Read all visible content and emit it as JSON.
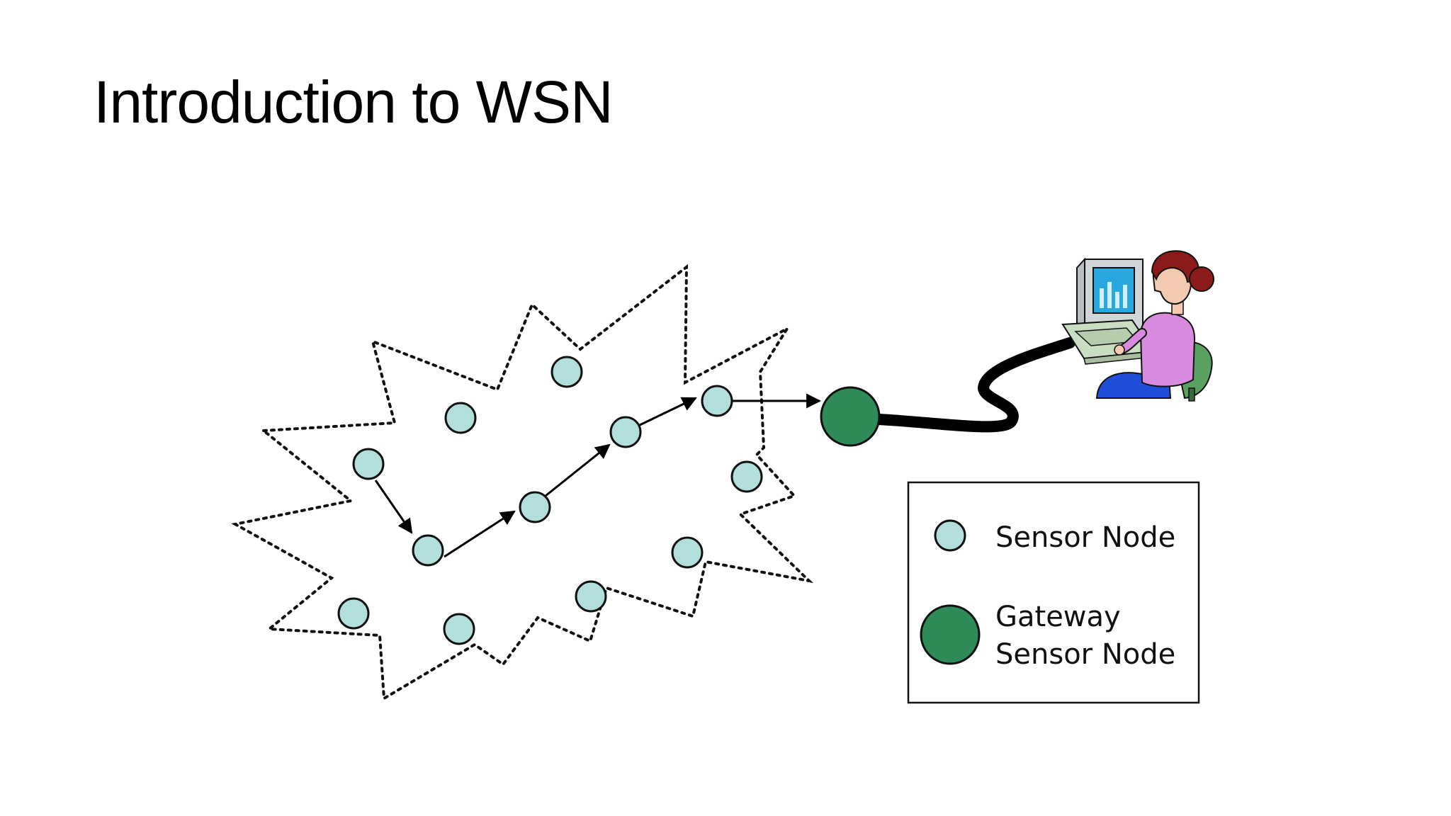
{
  "slide": {
    "title": "Introduction to WSN"
  },
  "diagram": {
    "colors": {
      "sensor_node": "#b2dfdb",
      "gateway_node": "#2e8b57",
      "outline": "#111111",
      "monitor_screen": "#29a8e0",
      "person_hair": "#8b1a1a",
      "person_shirt": "#d98be0",
      "person_pants": "#1f4fd8",
      "chair": "#5aa060",
      "computer": "#d0d5d8",
      "keyboard": "#c9ddc3"
    },
    "icons": [
      "sensor-node-icon",
      "gateway-node-icon",
      "computer-icon",
      "person-icon",
      "chair-icon"
    ],
    "legend": {
      "sensor_label": "Sensor Node",
      "gateway_label_line1": "Gateway",
      "gateway_label_line2": "Sensor Node"
    }
  }
}
